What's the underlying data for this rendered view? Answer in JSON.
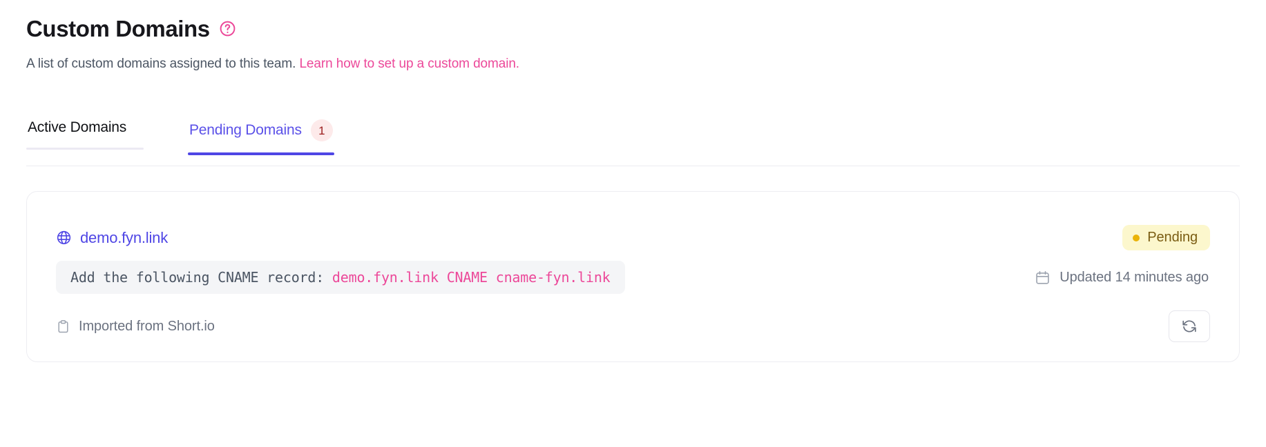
{
  "header": {
    "title": "Custom Domains",
    "help_icon": "question-mark-circle-icon",
    "description_text": "A list of custom domains assigned to this team.",
    "description_link": "Learn how to set up a custom domain.",
    "link_color": "#ec4899"
  },
  "tabs": {
    "items": [
      {
        "label": "Active Domains",
        "active": false,
        "badge": null
      },
      {
        "label": "Pending Domains",
        "active": true,
        "badge": "1"
      }
    ],
    "active_color": "#4f46e5",
    "badge_bg": "#fdeaea",
    "badge_color": "#9b1c1c"
  },
  "domain_card": {
    "globe_icon": "globe-icon",
    "domain": "demo.fyn.link",
    "status": {
      "label": "Pending",
      "dot_color": "#eab308",
      "bg_color": "#fcf7cd",
      "text_color": "#7a5c12"
    },
    "cname": {
      "prefix": "Add the following CNAME record: ",
      "record": "demo.fyn.link CNAME cname-fyn.link",
      "record_color": "#ec4899",
      "bg_color": "#f4f5f7"
    },
    "updated": {
      "icon": "calendar-icon",
      "label": "Updated 14 minutes ago"
    },
    "imported": {
      "icon": "clipboard-icon",
      "label": "Imported from Short.io"
    },
    "refresh_button_icon": "refresh-icon"
  }
}
